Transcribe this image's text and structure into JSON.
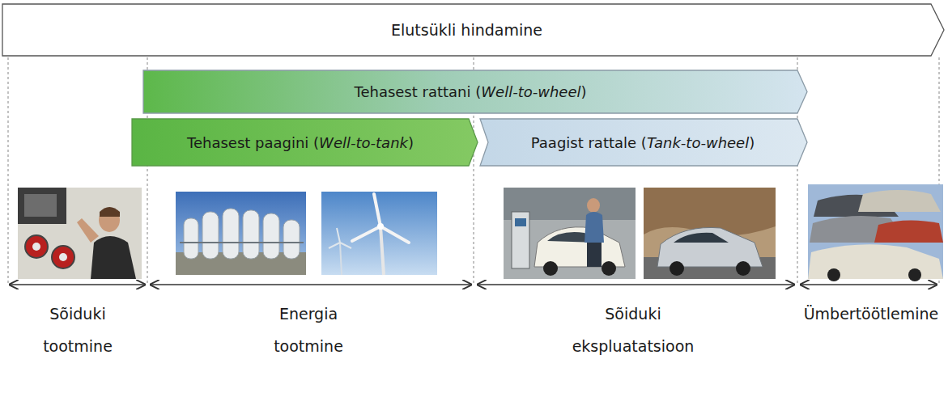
{
  "diagram": {
    "nodes": [
      {
        "text": [
          "Elutsükli hindamine"
        ]
      },
      {
        "text": [
          "Tehasest rattani (Well-to-wheel)"
        ]
      },
      {
        "text": [
          "Tehasest paagini (Well-to-tank)"
        ]
      },
      {
        "text": [
          "Paagist rattale (Tank-to-wheel)"
        ]
      }
    ],
    "labels": [
      "Sõiduki tootmine",
      "Energia tootmine",
      "Sõiduki ekspluatatsioon",
      "Ümbertöötlemine"
    ]
  }
}
